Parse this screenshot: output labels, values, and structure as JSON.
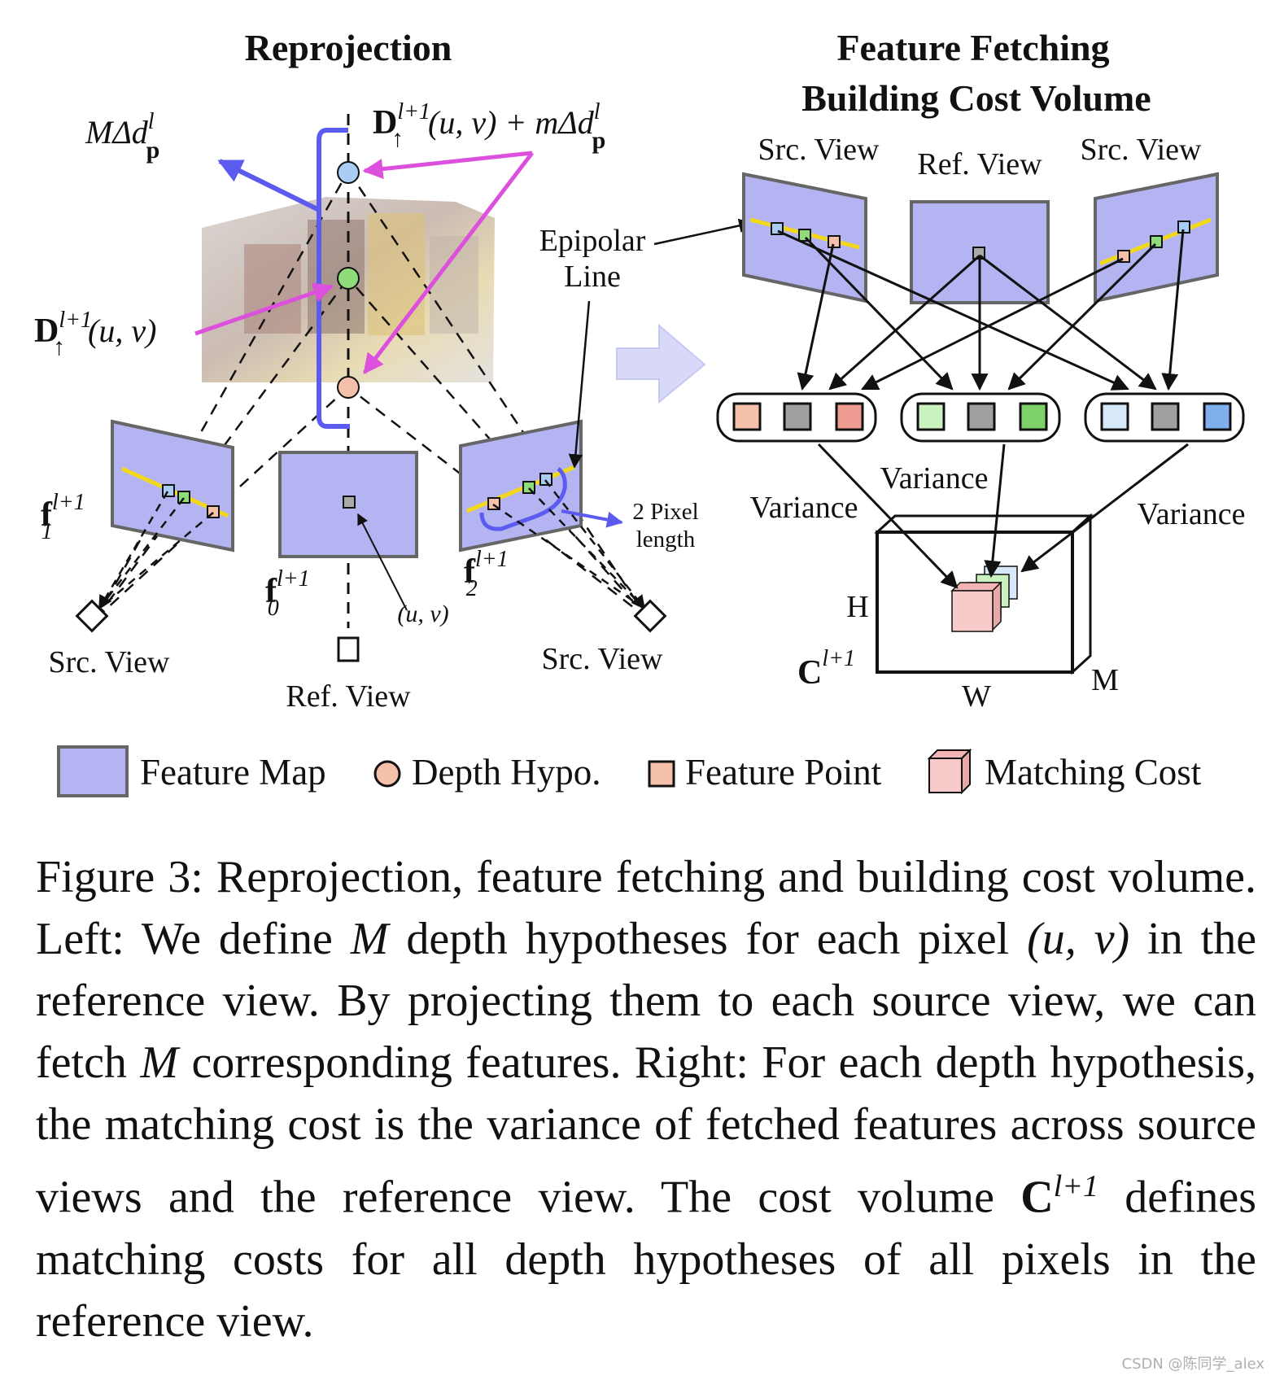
{
  "left_panel": {
    "title": "Reprojection",
    "delta_label": "MΔd",
    "delta_sub": "p",
    "delta_sup": "l",
    "top_hypo_label_main": "D",
    "top_hypo_label_sup": "l+1",
    "top_hypo_label_sub": "↑",
    "top_hypo_label_tail": "(u, v) + mΔd",
    "top_hypo_tail_sub": "p",
    "top_hypo_tail_sup": "l",
    "mid_hypo_label_main": "D",
    "mid_hypo_label_sup": "l+1",
    "mid_hypo_label_sub": "↑",
    "mid_hypo_label_tail": "(u, v)",
    "epipolar_line_1": "Epipolar",
    "epipolar_line_2": "Line",
    "pixel_len_1": "2 Pixel",
    "pixel_len_2": "length",
    "f1_main": "f",
    "f1_sup": "l+1",
    "f1_sub": "1",
    "f0_main": "f",
    "f0_sup": "l+1",
    "f0_sub": "0",
    "f2_main": "f",
    "f2_sup": "l+1",
    "f2_sub": "2",
    "uv_label": "(u, v)",
    "src_view_left": "Src. View",
    "ref_view": "Ref. View",
    "src_view_right": "Src. View"
  },
  "right_panel": {
    "title_line1": "Feature Fetching",
    "title_line2": "Building Cost Volume",
    "src_view_left": "Src. View",
    "ref_view": "Ref. View",
    "src_view_right": "Src. View",
    "variance_left": "Variance",
    "variance_center": "Variance",
    "variance_right": "Variance",
    "axis_h": "H",
    "axis_w": "W",
    "axis_m": "M",
    "cost_main": "C",
    "cost_sup": "l+1"
  },
  "legend": {
    "feature_map": "Feature Map",
    "depth_hypo": "Depth Hypo.",
    "feature_point": "Feature Point",
    "matching_cost": "Matching Cost"
  },
  "colors": {
    "feature_map": "#b4b4f2",
    "feature_map_edge": "#666666",
    "hypo_top": "#a9cdf5",
    "hypo_mid": "#8fdc7a",
    "hypo_bottom": "#f5c0aa",
    "blue_arrow": "#5b5bef",
    "magenta_arrow": "#dd4fdd",
    "epipolar": "#f2d81a",
    "cost_cube": "#f8caca",
    "block_arrow": "#c8c8f6"
  },
  "caption": {
    "figure_label": "Figure 3:",
    "seg1": "Reprojection, feature fetching and building cost volume. Left: We define",
    "m1": "M",
    "seg2": "depth hypotheses for each pixel",
    "uv": "(u, v)",
    "seg3": "in the reference view.  By projecting them to each source view, we can fetch",
    "m2": "M",
    "seg4": "corresponding features. Right: For each depth hypothesis, the matching cost is the variance of fetched features across source views and the reference view. The cost volume",
    "c_main": "C",
    "c_sup": "l+1",
    "seg5": "defines matching costs for all depth hypotheses of all pixels in the reference view."
  },
  "watermark": "CSDN @陈同学_alex"
}
